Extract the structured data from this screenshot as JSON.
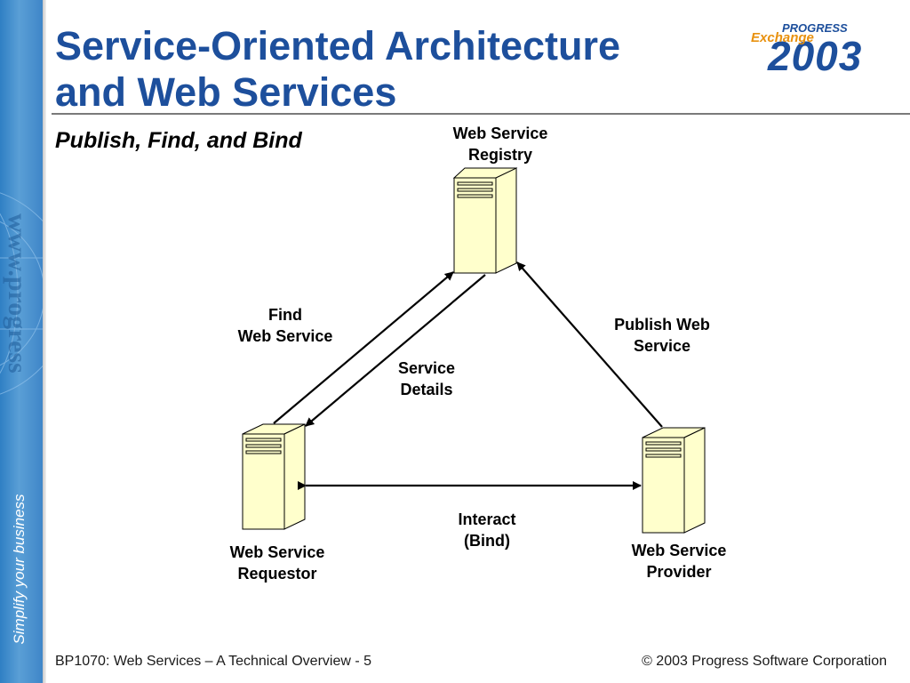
{
  "slide": {
    "title_line1": "Service-Oriented Architecture",
    "title_line2": "and Web Services",
    "subtitle": "Publish, Find, and Bind"
  },
  "logo": {
    "brand": "PROGRESS",
    "event": "Exchange",
    "year": "2003"
  },
  "sidebar": {
    "tagline": "Simplify your business",
    "watermark_text": "www.progress"
  },
  "diagram": {
    "nodes": {
      "registry": "Web Service\nRegistry",
      "requestor": "Web Service\nRequestor",
      "provider": "Web Service\nProvider"
    },
    "edges": {
      "find": "Find\nWeb Service",
      "publish": "Publish Web\nService",
      "details": "Service\nDetails",
      "bind": "Interact\n(Bind)"
    }
  },
  "footer": {
    "left": "BP1070: Web Services – A Technical Overview - 5",
    "right": "© 2003 Progress Software Corporation"
  },
  "colors": {
    "title": "#1d4f9c",
    "sidebar": "#3f86c8",
    "server_face": "#ffffcc",
    "logo_accent": "#e8910f"
  }
}
